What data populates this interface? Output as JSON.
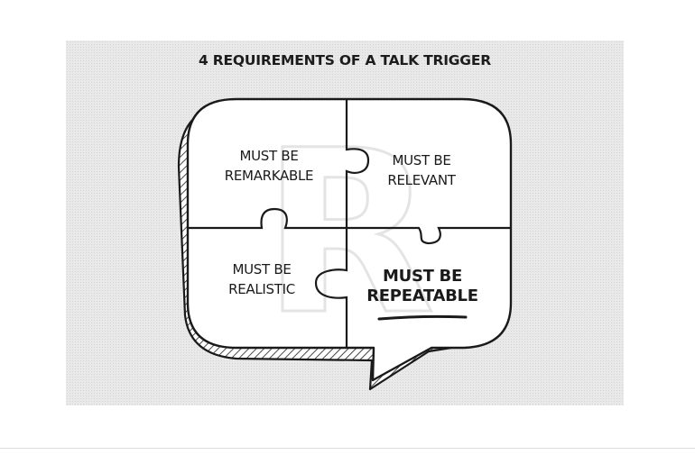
{
  "title": "4 REQUIREMENTS OF A TALK TRIGGER",
  "pieces": [
    {
      "line1": "MUST BE",
      "line2": "REMARKABLE",
      "emphasized": false
    },
    {
      "line1": "MUST BE",
      "line2": "RELEVANT",
      "emphasized": false
    },
    {
      "line1": "MUST BE",
      "line2": "REALISTIC",
      "emphasized": false
    },
    {
      "line1": "MUST BE",
      "line2": "REPEATABLE",
      "emphasized": true
    }
  ],
  "colors": {
    "ink": "#1a1a1a",
    "piece_fill": "#ffffff",
    "panel": "#e9e9e9"
  },
  "watermark": "R"
}
